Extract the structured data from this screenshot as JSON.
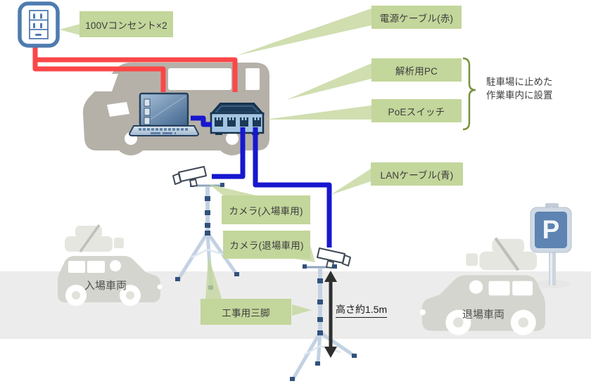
{
  "labels": {
    "outlet": "100Vコンセント×2",
    "power_cable": "電源ケーブル(赤)",
    "analysis_pc": "解析用PC",
    "poe_switch": "PoEスイッチ",
    "install_note_line1": "駐車場に止めた",
    "install_note_line2": "作業車内に設置",
    "lan_cable": "LANケーブル(青)",
    "camera_entry": "カメラ(入場車用)",
    "camera_exit": "カメラ(退場車用)",
    "tripod": "工事用三脚",
    "height": "高さ約1.5m",
    "entry_vehicle": "入場車両",
    "exit_vehicle": "退場車両",
    "parking_sign_letter": "P"
  },
  "colors": {
    "label_background": "#c3d69b",
    "callout_tail": "#c9d9a4",
    "bracket_olive": "#78923c",
    "power_cable_red": "#fb4748",
    "lan_cable_blue": "#1717cf",
    "van_gray": "#b5b1a9",
    "car_gray": "#d5d5cf",
    "ground_gray": "#ececec",
    "outlet_blue": "#4e7bb0",
    "parking_sign_blue": "#5d84b2",
    "height_arrow_black": "#2e2e2e"
  }
}
